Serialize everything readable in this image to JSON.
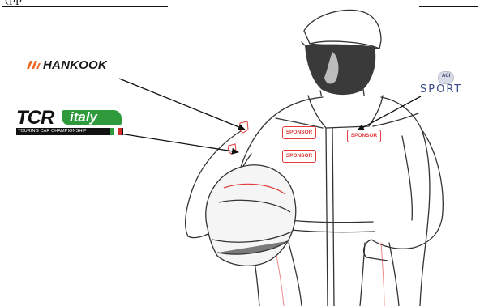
{
  "top_text": "(pp",
  "logos": {
    "hankook": {
      "text": "HANKOOK",
      "color": "#1a1a1a",
      "mark_color": "#f26a21"
    },
    "tcr_italy": {
      "letters": "TCR",
      "italy": "italy",
      "subtitle": "TOURING CAR CHAMPIONSHIP",
      "green": "#2e9a3c",
      "flag": [
        "#2e9a3c",
        "#ffffff",
        "#d22b2b"
      ]
    },
    "aci_sport": {
      "badge": "ACI",
      "text": "SPORT",
      "color": "#3b4a8a"
    }
  },
  "patches": [
    {
      "label": "SPONSOR"
    },
    {
      "label": "SPONSOR"
    },
    {
      "label": "SPONSOR"
    }
  ],
  "colors": {
    "accent_red": "#e23b3b",
    "line": "#1a1a1a"
  }
}
